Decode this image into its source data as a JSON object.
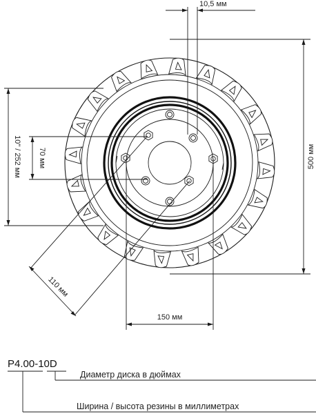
{
  "dimensions": {
    "bolt_width": "10,5 мм",
    "overall_diameter": "500 мм",
    "rim_diameter": "10\" / 252 мм",
    "center_hole": "70 мм",
    "bolt_circle": "110 мм",
    "hub_width": "150 мм"
  },
  "designation": {
    "code": "P4.00-10D",
    "rim_diameter_caption": "Диаметр диска в дюймах",
    "width_height_caption": "Ширина / высота резины в миллиметрах"
  }
}
